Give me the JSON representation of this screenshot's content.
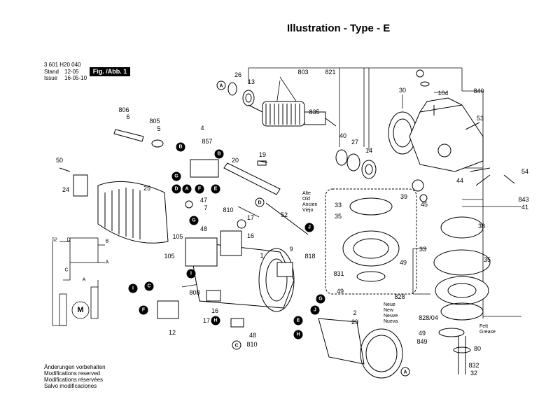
{
  "title": "Illustration - Type - E",
  "meta": {
    "part_number": "3 601 H20 040",
    "stand_label": "Stand",
    "stand_value": "12-05",
    "issue_label": "Issue",
    "issue_value": "16-05-10",
    "figure": "Fig. /Abb. 1"
  },
  "footer": [
    "Änderungen vorbehalten",
    "Modifications reserved",
    "Modifications réservées",
    "Salvo modificaciones"
  ],
  "legend_old": [
    "Alte",
    "Old",
    "Ancien",
    "Viejo"
  ],
  "legend_new": [
    "Neue",
    "New",
    "Neuve",
    "Nueva"
  ],
  "grease_note": [
    "Fett",
    "Grease"
  ],
  "labels": [
    "803",
    "821",
    "26",
    "13",
    "835",
    "30",
    "104",
    "840",
    "806",
    "6",
    "805",
    "5",
    "4",
    "857",
    "40",
    "27",
    "14",
    "53",
    "50",
    "19",
    "20",
    "24",
    "25",
    "39",
    "45",
    "44",
    "54",
    "843",
    "41",
    "47",
    "7",
    "52",
    "810",
    "17",
    "16",
    "48",
    "33",
    "35",
    "38",
    "105",
    "105",
    "1",
    "9",
    "818",
    "49",
    "831",
    "49",
    "33",
    "35",
    "808",
    "828",
    "12",
    "16",
    "17",
    "48",
    "810",
    "2",
    "29",
    "828/04",
    "49",
    "849",
    "80",
    "832",
    "32"
  ],
  "markers": [
    {
      "t": "A",
      "s": "light"
    },
    {
      "t": "B",
      "s": "dark"
    },
    {
      "t": "B",
      "s": "dark"
    },
    {
      "t": "G",
      "s": "dark"
    },
    {
      "t": "D",
      "s": "dark"
    },
    {
      "t": "A",
      "s": "dark"
    },
    {
      "t": "F",
      "s": "dark"
    },
    {
      "t": "E",
      "s": "dark"
    },
    {
      "t": "D",
      "s": "light"
    },
    {
      "t": "J",
      "s": "dark"
    },
    {
      "t": "G",
      "s": "dark"
    },
    {
      "t": "I",
      "s": "dark"
    },
    {
      "t": "I",
      "s": "dark"
    },
    {
      "t": "C",
      "s": "dark"
    },
    {
      "t": "F",
      "s": "dark"
    },
    {
      "t": "G",
      "s": "dark"
    },
    {
      "t": "J",
      "s": "dark"
    },
    {
      "t": "E",
      "s": "dark"
    },
    {
      "t": "H",
      "s": "dark"
    },
    {
      "t": "H",
      "s": "dark"
    },
    {
      "t": "C",
      "s": "light"
    },
    {
      "t": "A",
      "s": "light"
    }
  ],
  "circuit_labels": [
    "52",
    "D",
    "B",
    "A",
    "C",
    "A",
    "M"
  ]
}
